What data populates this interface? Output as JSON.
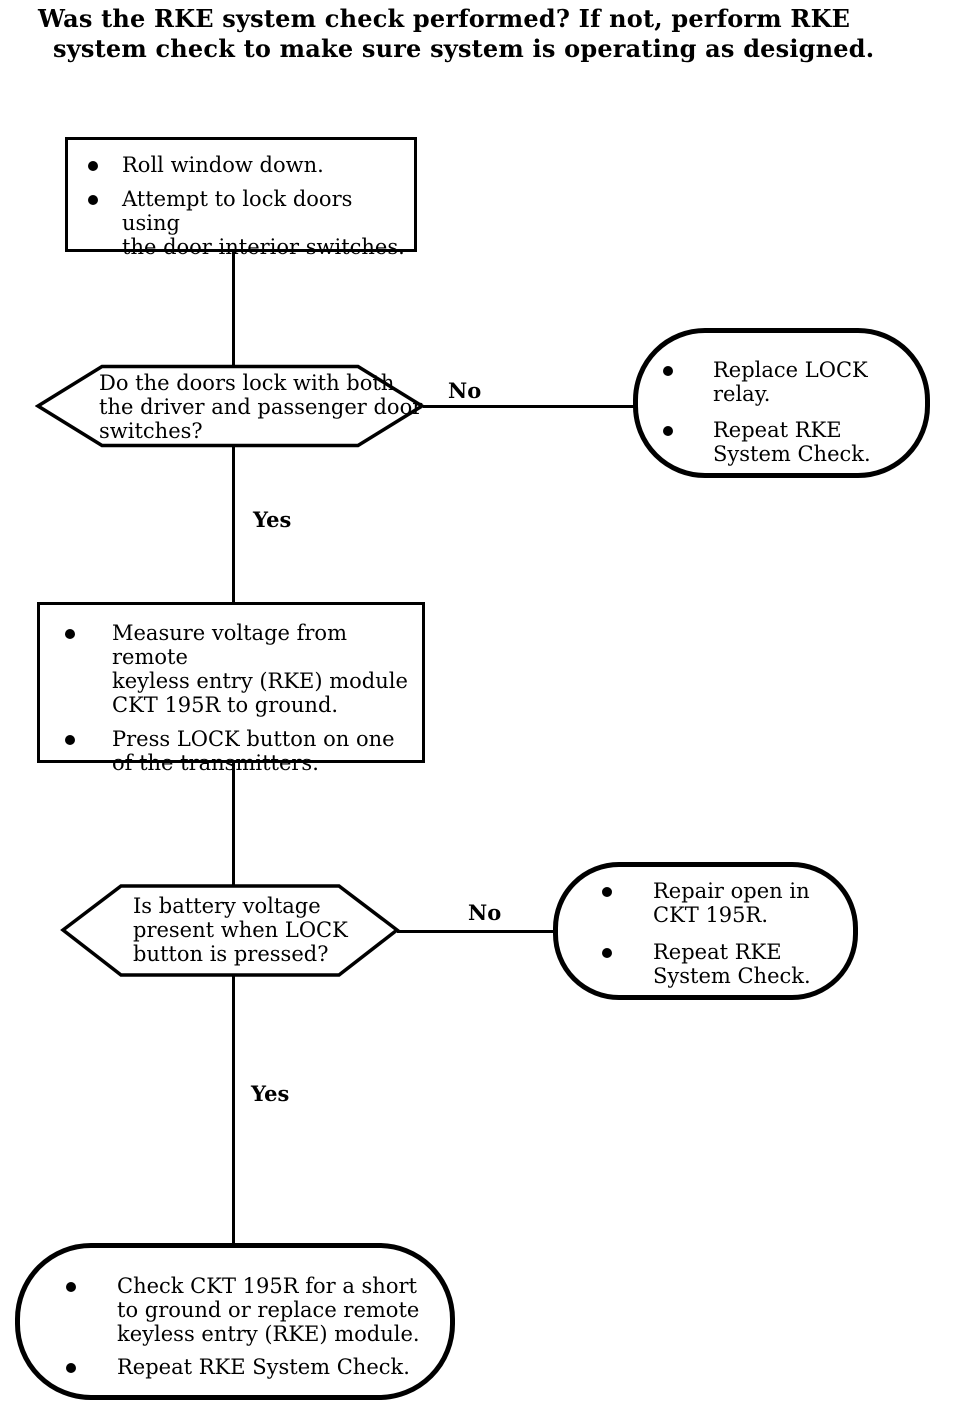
{
  "title": {
    "line1": "Was the RKE system check performed? If not, perform RKE",
    "line2": "system check to make sure system is operating as designed."
  },
  "colors": {
    "ink": "#000000",
    "paper": "#ffffff"
  },
  "flowchart": {
    "step1": {
      "items": [
        {
          "lines": [
            "Roll window down."
          ]
        },
        {
          "lines": [
            "Attempt to lock doors using",
            "the door interior switches."
          ]
        }
      ]
    },
    "decision1": {
      "lines": [
        "Do the doors lock with both",
        "the driver and passenger door",
        "switches?"
      ]
    },
    "terminal1": {
      "items": [
        {
          "lines": [
            "Replace LOCK",
            "relay."
          ]
        },
        {
          "lines": [
            "Repeat RKE",
            "System Check."
          ]
        }
      ]
    },
    "step2": {
      "items": [
        {
          "lines": [
            "Measure voltage from remote",
            "keyless entry (RKE) module",
            "CKT 195R to ground."
          ]
        },
        {
          "lines": [
            "Press LOCK button on one",
            "of the transmitters."
          ]
        }
      ]
    },
    "decision2": {
      "lines": [
        "Is battery voltage",
        "present when LOCK",
        "button is pressed?"
      ]
    },
    "terminal2": {
      "items": [
        {
          "lines": [
            "Repair open in",
            "CKT 195R."
          ]
        },
        {
          "lines": [
            "Repeat RKE",
            "System Check."
          ]
        }
      ]
    },
    "terminal3": {
      "items": [
        {
          "lines": [
            "Check CKT 195R for a short",
            "to ground or replace remote",
            "keyless entry (RKE) module."
          ]
        },
        {
          "lines": [
            "Repeat RKE System Check."
          ]
        }
      ]
    },
    "edge_labels": {
      "no1": "No",
      "yes1": "Yes",
      "no2": "No",
      "yes2": "Yes"
    }
  }
}
